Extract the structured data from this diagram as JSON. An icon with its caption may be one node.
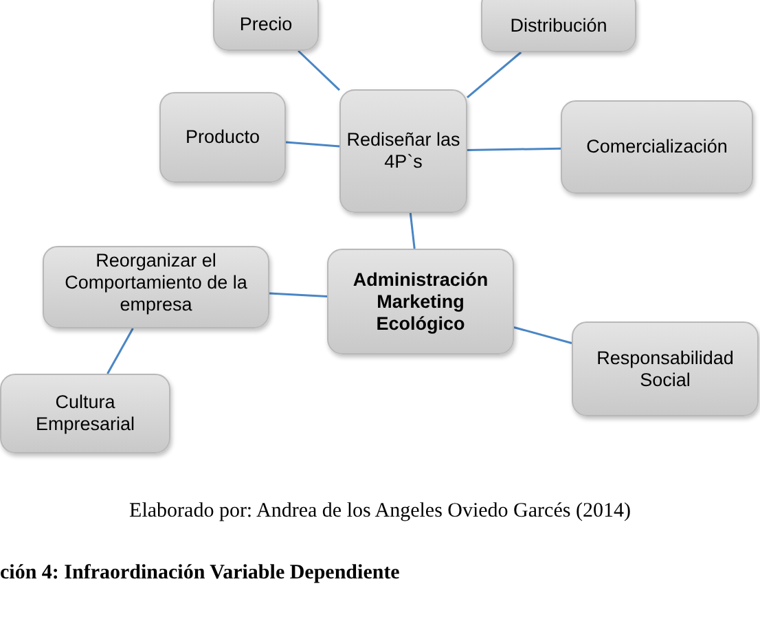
{
  "diagram": {
    "title": "ción 4: Infraordinación Variable Dependiente",
    "caption": "Elaborado por: Andrea de los Angeles Oviedo Garcés (2014)",
    "nodes": [
      {
        "text": [
          "Precio"
        ]
      },
      {
        "text": [
          "Distribución"
        ]
      },
      {
        "text": [
          "Producto"
        ]
      },
      {
        "text": [
          "Rediseñar las 4P`s"
        ]
      },
      {
        "text": [
          "Comercialización"
        ]
      },
      {
        "text": [
          "Reorganizar el Comportamiento de la empresa"
        ]
      },
      {
        "text": [
          "Administración Marketing Ecológico"
        ]
      },
      {
        "text": [
          "Responsabilidad Social"
        ]
      },
      {
        "text": [
          "Cultura Empresarial"
        ]
      }
    ],
    "edges": [
      {
        "from": 3,
        "to": 0,
        "arrow": "none"
      },
      {
        "from": 3,
        "to": 1,
        "arrow": "none"
      },
      {
        "from": 3,
        "to": 2,
        "arrow": "none"
      },
      {
        "from": 3,
        "to": 4,
        "arrow": "none"
      },
      {
        "from": 6,
        "to": 3,
        "arrow": "none"
      },
      {
        "from": 6,
        "to": 5,
        "arrow": "none"
      },
      {
        "from": 6,
        "to": 7,
        "arrow": "none"
      },
      {
        "from": 5,
        "to": 8,
        "arrow": "none"
      }
    ]
  }
}
